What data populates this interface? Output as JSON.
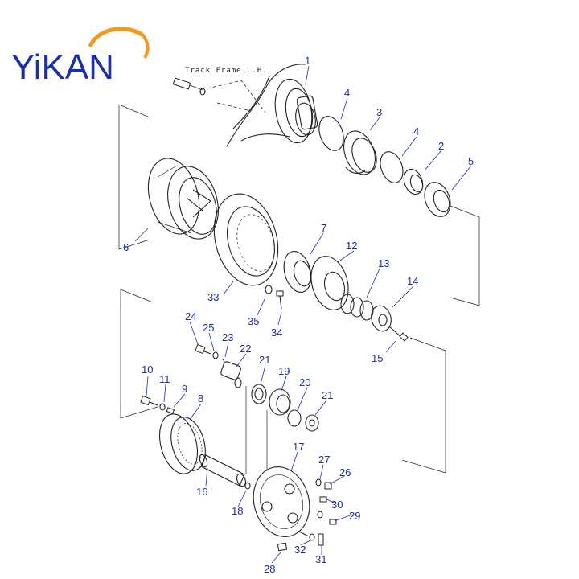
{
  "brand": {
    "logo_text": "YiKAN",
    "logo_color": "#1a2fa8",
    "arc_color": "#f29a1f"
  },
  "diagram": {
    "frame_label": "Track Frame L.H.",
    "callout_color": "#1a2fa8",
    "callouts": [
      "1",
      "4",
      "3",
      "4",
      "2",
      "5",
      "6",
      "7",
      "12",
      "13",
      "14",
      "33",
      "35",
      "34",
      "15",
      "24",
      "25",
      "23",
      "22",
      "21",
      "19",
      "20",
      "21",
      "10",
      "11",
      "9",
      "8",
      "17",
      "27",
      "26",
      "30",
      "29",
      "16",
      "18",
      "32",
      "31",
      "28"
    ]
  }
}
